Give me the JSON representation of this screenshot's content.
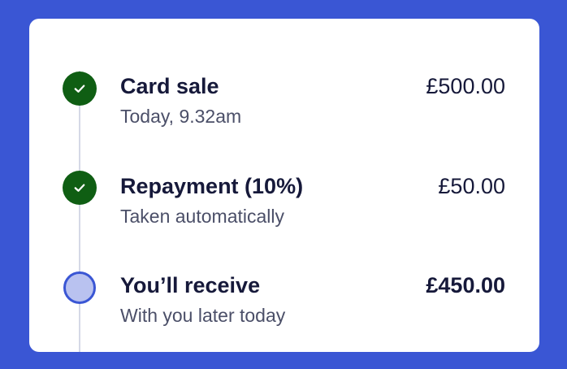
{
  "steps": [
    {
      "title": "Card sale",
      "subtitle": "Today, 9.32am",
      "amount": "£500.00",
      "status": "complete",
      "icon": "check-icon"
    },
    {
      "title": "Repayment (10%)",
      "subtitle": "Taken automatically",
      "amount": "£50.00",
      "status": "complete",
      "icon": "check-icon"
    },
    {
      "title": "You’ll receive",
      "subtitle": "With you later today",
      "amount": "£450.00",
      "status": "pending",
      "icon": "pending-circle-icon"
    }
  ],
  "colors": {
    "background": "#3a56d4",
    "complete": "#0f5e13",
    "pending_fill": "#b9c2f0",
    "pending_border": "#3a56d4",
    "timeline": "#d5d9e6"
  }
}
